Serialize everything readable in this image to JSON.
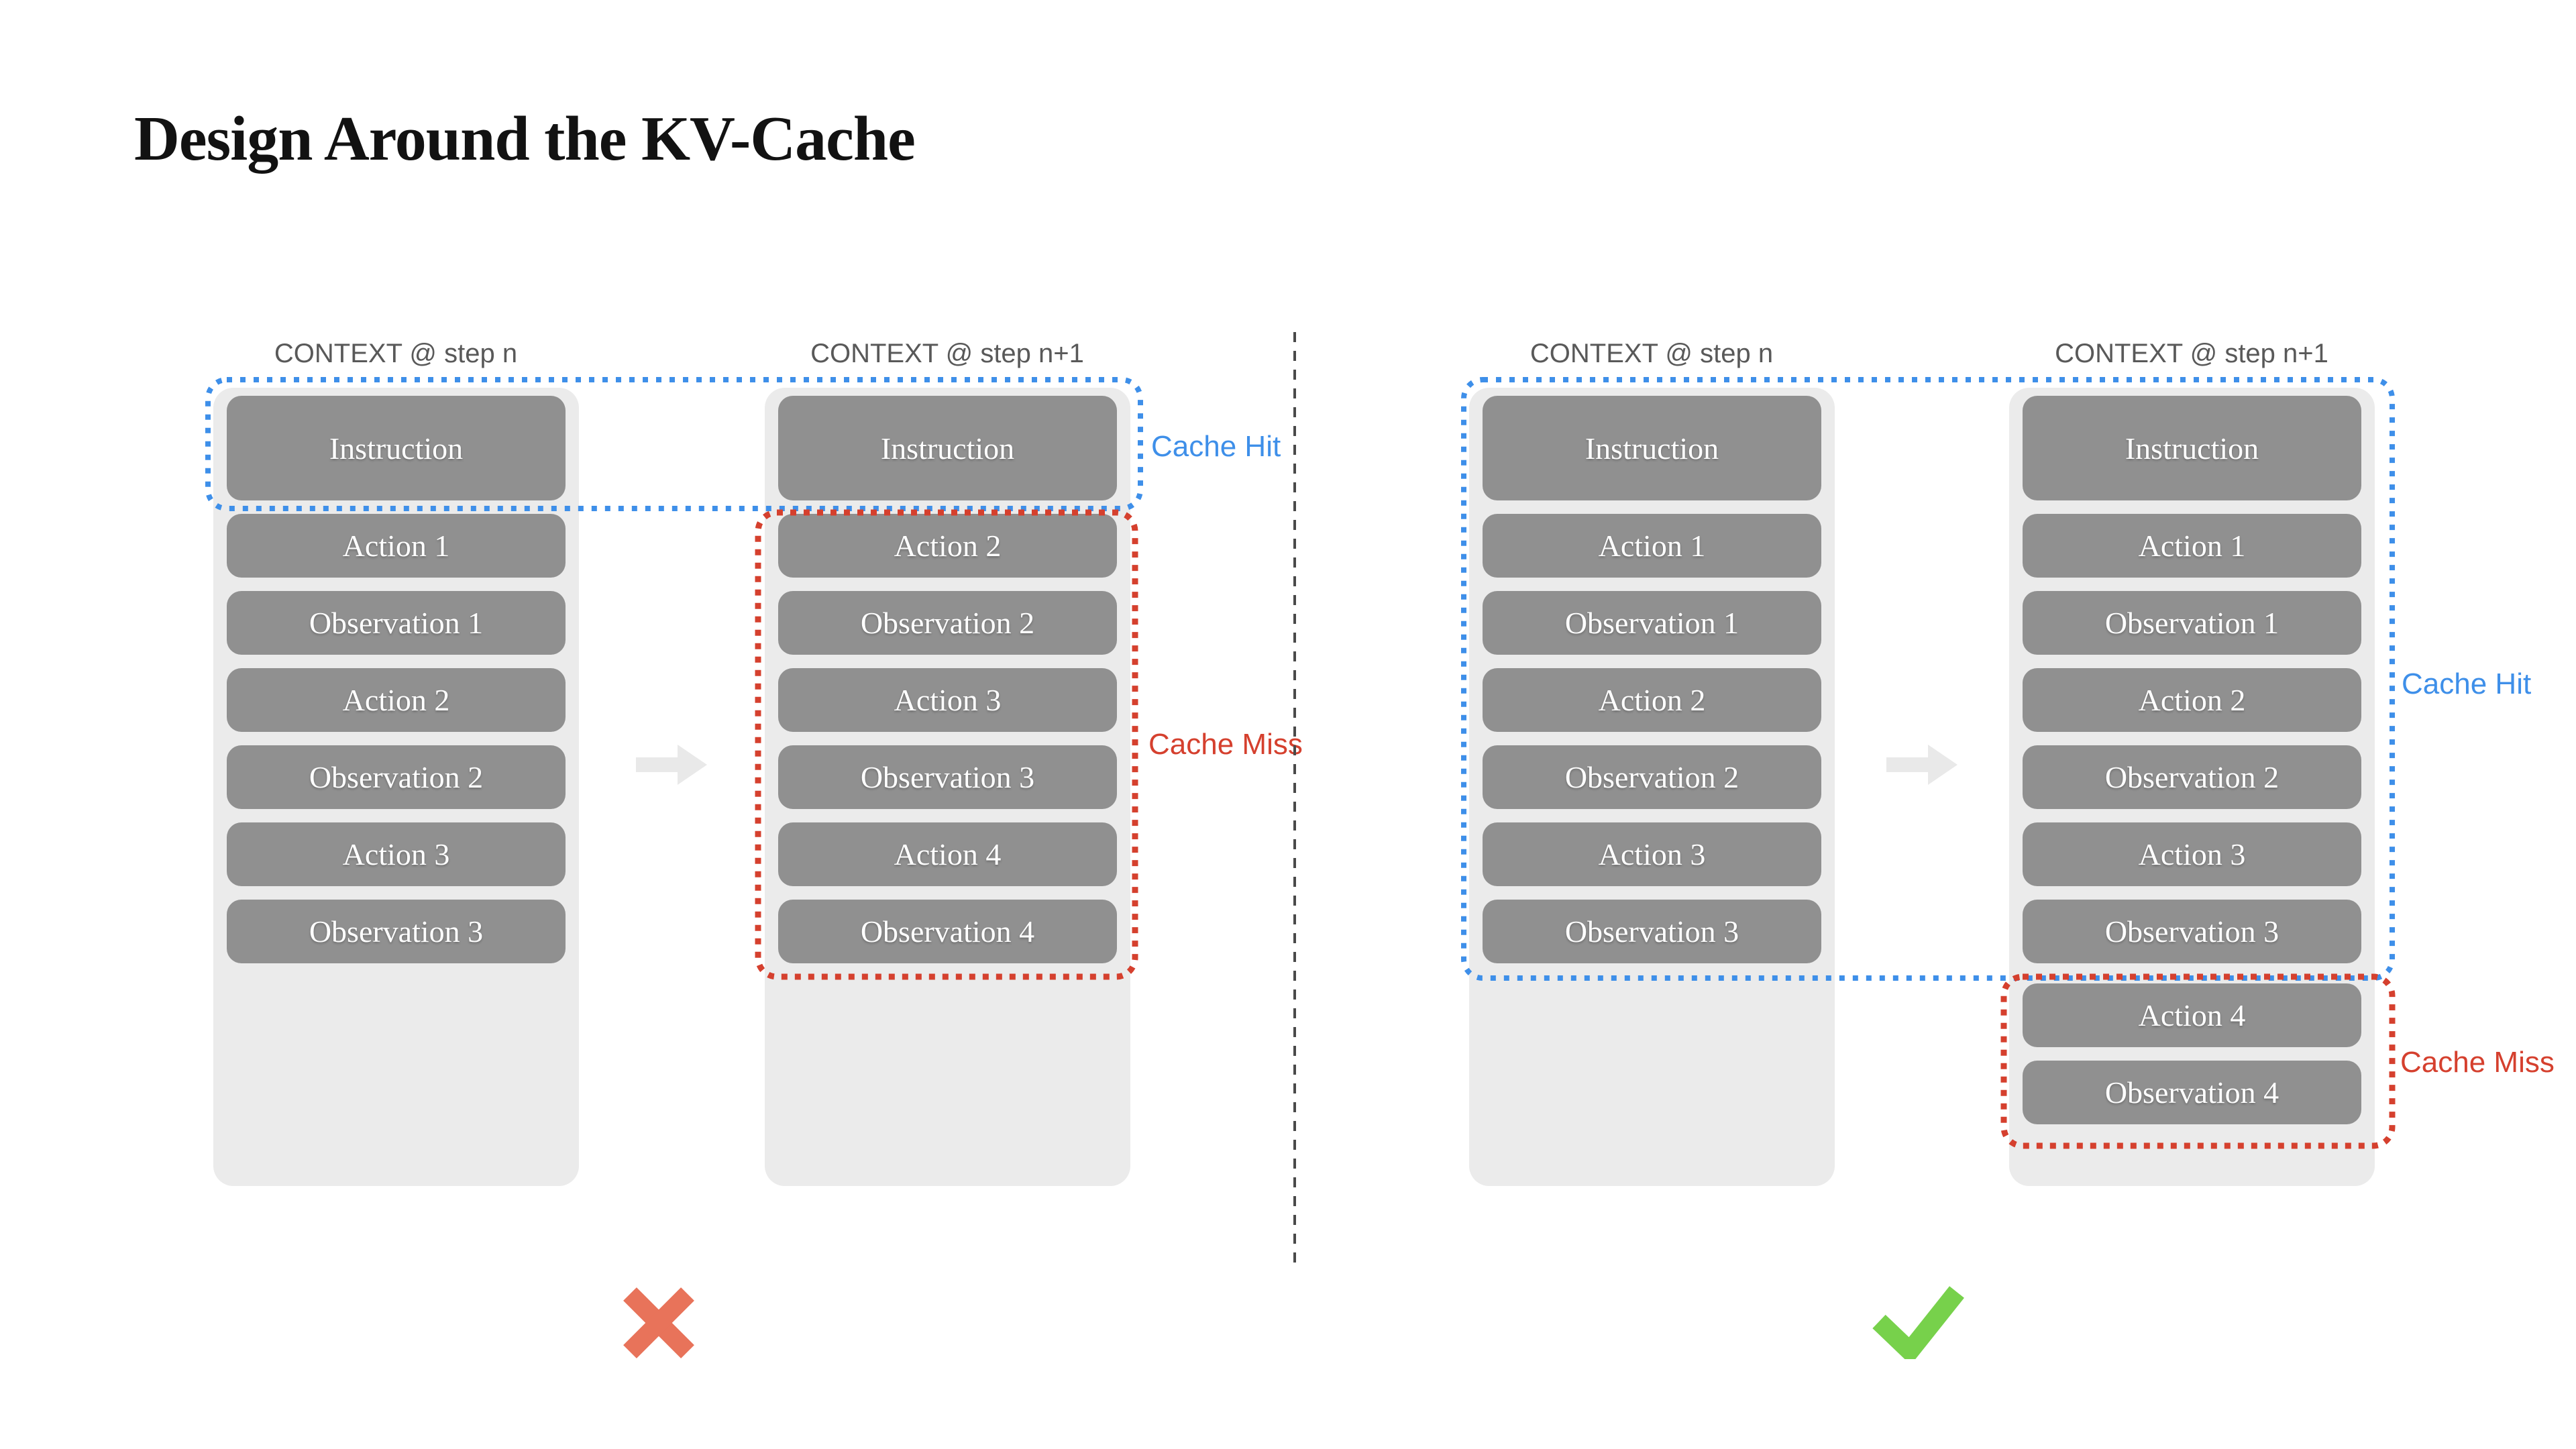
{
  "title": "Design Around the KV-Cache",
  "colors": {
    "cache_hit_blue": "#3E8FE9",
    "cache_miss_red": "#D5402E",
    "box_gray": "#909090",
    "panel_gray": "#EBEBEB",
    "header_gray": "#595959",
    "arrow_gray": "#E9E9E9",
    "divider_gray": "#4A4A4A",
    "cross_red": "#E8735A",
    "check_green": "#77D14B"
  },
  "left": {
    "verdict_icon": "cross",
    "cache_hit": "Cache Hit",
    "cache_miss": "Cache Miss",
    "columns": [
      {
        "header": "CONTEXT @ step n",
        "rows": [
          "Instruction",
          "Action 1",
          "Observation 1",
          "Action 2",
          "Observation 2",
          "Action 3",
          "Observation 3"
        ]
      },
      {
        "header": "CONTEXT @ step n+1",
        "rows": [
          "Instruction",
          "Action 2",
          "Observation 2",
          "Action 3",
          "Observation 3",
          "Action 4",
          "Observation 4"
        ]
      }
    ]
  },
  "right": {
    "verdict_icon": "check",
    "cache_hit": "Cache Hit",
    "cache_miss": "Cache Miss",
    "columns": [
      {
        "header": "CONTEXT @ step n",
        "rows": [
          "Instruction",
          "Action 1",
          "Observation 1",
          "Action 2",
          "Observation 2",
          "Action 3",
          "Observation 3"
        ]
      },
      {
        "header": "CONTEXT @ step n+1",
        "rows": [
          "Instruction",
          "Action 1",
          "Observation 1",
          "Action 2",
          "Observation 2",
          "Action 3",
          "Observation 3",
          "Action 4",
          "Observation 4"
        ]
      }
    ]
  }
}
